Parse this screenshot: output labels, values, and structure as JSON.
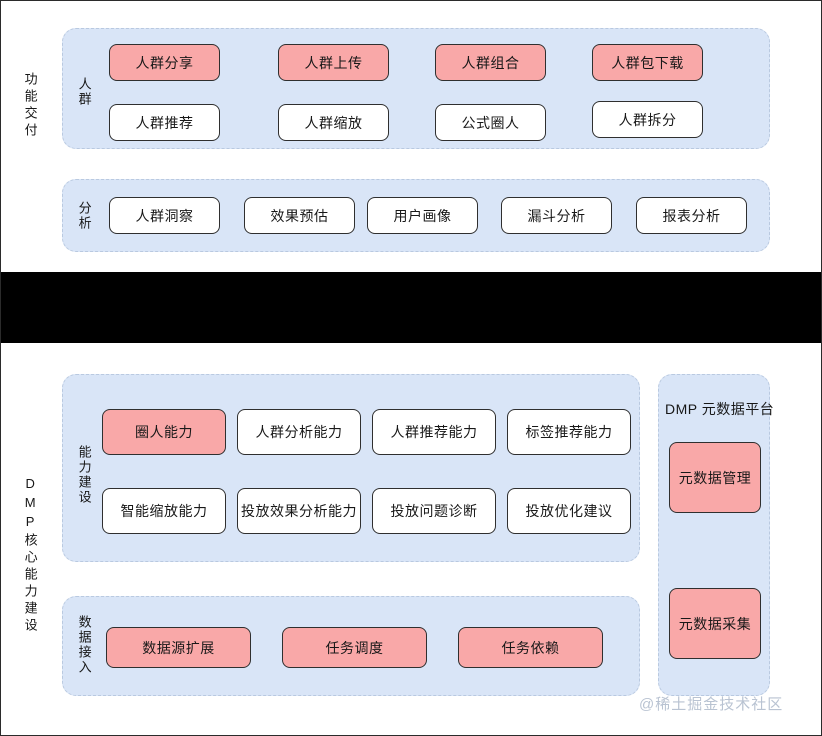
{
  "diagram": {
    "title_watermark": "@稀土掘金技术社区",
    "colors": {
      "group_bg": "#d9e5f7",
      "group_border": "#b9c9e0",
      "node_highlight": "#f9a8a8",
      "node_default": "#ffffff",
      "node_border": "#2f2f2f",
      "band": "#000000",
      "text": "#181818",
      "watermark": "#b9c3d2"
    },
    "sections": [
      {
        "id": "function-delivery",
        "side_label": "功能交付",
        "groups": [
          {
            "id": "crowd",
            "label": "人群",
            "rows": [
              [
                {
                  "label": "人群分享",
                  "style": "pink"
                },
                {
                  "label": "人群上传",
                  "style": "pink"
                },
                {
                  "label": "人群组合",
                  "style": "pink"
                },
                {
                  "label": "人群包下载",
                  "style": "pink"
                }
              ],
              [
                {
                  "label": "人群推荐",
                  "style": "white"
                },
                {
                  "label": "人群缩放",
                  "style": "white"
                },
                {
                  "label": "公式圈人",
                  "style": "white"
                },
                {
                  "label": "人群拆分",
                  "style": "white"
                }
              ]
            ]
          },
          {
            "id": "analysis",
            "label": "分析",
            "rows": [
              [
                {
                  "label": "人群洞察",
                  "style": "white"
                },
                {
                  "label": "效果预估",
                  "style": "white"
                },
                {
                  "label": "用户画像",
                  "style": "white"
                },
                {
                  "label": "漏斗分析",
                  "style": "white"
                },
                {
                  "label": "报表分析",
                  "style": "white"
                }
              ]
            ]
          }
        ]
      },
      {
        "id": "dmp-core",
        "side_label": "DMP核心能力建设",
        "groups": [
          {
            "id": "capability",
            "label": "能力建设",
            "rows": [
              [
                {
                  "label": "圈人能力",
                  "style": "pink"
                },
                {
                  "label": "人群分析能力",
                  "style": "white"
                },
                {
                  "label": "人群推荐能力",
                  "style": "white"
                },
                {
                  "label": "标签推荐能力",
                  "style": "white"
                }
              ],
              [
                {
                  "label": "智能缩放能力",
                  "style": "white"
                },
                {
                  "label": "投放效果分析能力",
                  "style": "white"
                },
                {
                  "label": "投放问题诊断",
                  "style": "white"
                },
                {
                  "label": "投放优化建议",
                  "style": "white"
                }
              ]
            ]
          },
          {
            "id": "data-ingest",
            "label": "数据接入",
            "rows": [
              [
                {
                  "label": "数据源扩展",
                  "style": "pink"
                },
                {
                  "label": "任务调度",
                  "style": "pink"
                },
                {
                  "label": "任务依赖",
                  "style": "pink"
                }
              ]
            ]
          }
        ]
      }
    ],
    "side_panel": {
      "id": "dmp-metadata-platform",
      "title": "DMP 元数据平台",
      "nodes": [
        {
          "label": "元数据管理",
          "style": "pink"
        },
        {
          "label": "元数据采集",
          "style": "pink"
        }
      ]
    }
  }
}
